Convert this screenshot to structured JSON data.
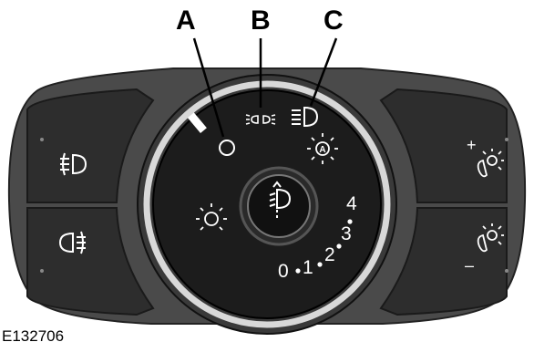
{
  "callouts": {
    "a": "A",
    "b": "B",
    "c": "C"
  },
  "dial_positions": {
    "p0": "0",
    "p1": "1",
    "p2": "2",
    "p3": "3",
    "p4": "4"
  },
  "buttons": {
    "plus": "+",
    "minus": "–"
  },
  "figure_ref": "E132706",
  "colors": {
    "housing": "#4a4a4a",
    "panel": "#2b2b2b",
    "dial": "#1c1c1c",
    "ring": "#d8d8d8",
    "symbol": "#ffffff"
  },
  "icons": {
    "position_off": "off-circle-icon",
    "parking_lamps": "parking-lamps-icon",
    "headlamps": "headlamps-icon",
    "auto_lamps": "auto-lamps-icon",
    "front_fog": "front-fog-lamp-icon",
    "rear_fog": "rear-fog-lamp-icon",
    "level_control": "headlamp-level-icon",
    "dimmer_up": "dimmer-up-icon",
    "dimmer_down": "dimmer-down-icon",
    "interior_light": "interior-light-icon"
  }
}
